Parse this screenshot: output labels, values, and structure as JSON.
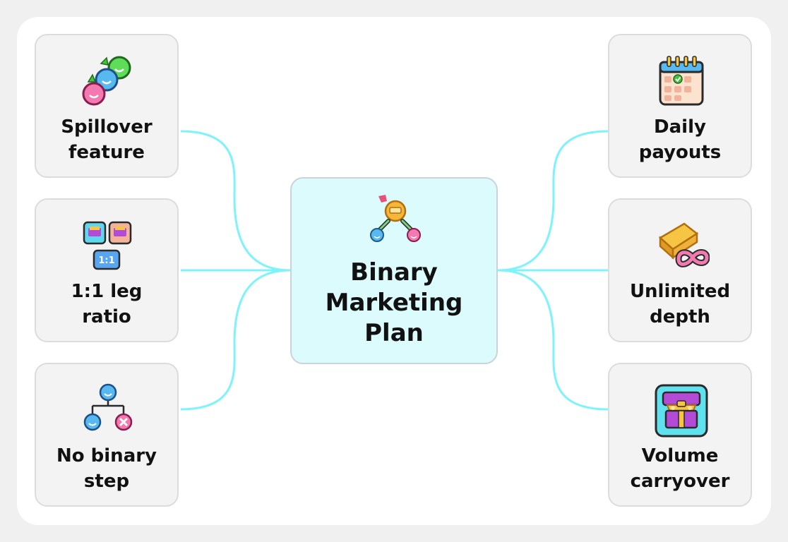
{
  "center": {
    "title": "Binary\nMarketing\nPlan",
    "icon": "binary-tree-icon"
  },
  "left_cards": [
    {
      "label": "Spillover\nfeature",
      "icon": "spillover-faces-icon"
    },
    {
      "label": "1:1 leg\nratio",
      "icon": "leg-ratio-icon"
    },
    {
      "label": "No binary\nstep",
      "icon": "org-tree-icon"
    }
  ],
  "right_cards": [
    {
      "label": "Daily\npayouts",
      "icon": "calendar-icon"
    },
    {
      "label": "Unlimited\ndepth",
      "icon": "infinity-gold-icon"
    },
    {
      "label": "Volume\ncarryover",
      "icon": "treasure-chest-icon"
    }
  ],
  "colors": {
    "connector": "#7df3fb",
    "center_bg": "#dcfbfc",
    "card_bg": "#f3f3f3",
    "page_bg": "#f0f0f0"
  }
}
